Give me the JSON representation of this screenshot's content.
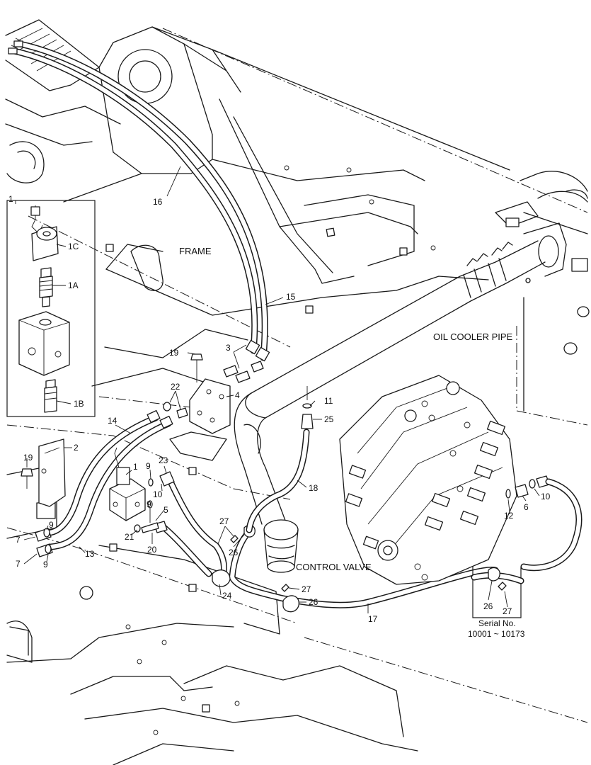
{
  "labels": {
    "frame": "FRAME",
    "oil_cooler_pipe": "OIL COOLER PIPE",
    "control_valve": "CONTROL VALVE",
    "serial_no": "Serial No.",
    "serial_range": "10001 ~ 10173"
  },
  "callouts": {
    "c1": "1",
    "c1c": "1C",
    "c1a": "1A",
    "c1b": "1B",
    "c16": "16",
    "c15": "15",
    "c3": "3",
    "c19a": "19",
    "c22": "22",
    "c4": "4",
    "c14": "14",
    "c2": "2",
    "c19b": "19",
    "c1m": "1",
    "c9a": "9",
    "c23": "23",
    "c10a": "10",
    "c9b": "9",
    "c5": "5",
    "c21": "21",
    "c20": "20",
    "c7a": "7",
    "c9c": "9",
    "c7b": "7",
    "c9d": "9",
    "c13": "13",
    "c11": "11",
    "c25": "25",
    "c18": "18",
    "c27a": "27",
    "c26a": "26",
    "c24": "24",
    "c27b": "27",
    "c26b": "26",
    "c17": "17",
    "c12": "12",
    "c6": "6",
    "c10b": "10",
    "c26c": "26",
    "c27c": "27"
  }
}
